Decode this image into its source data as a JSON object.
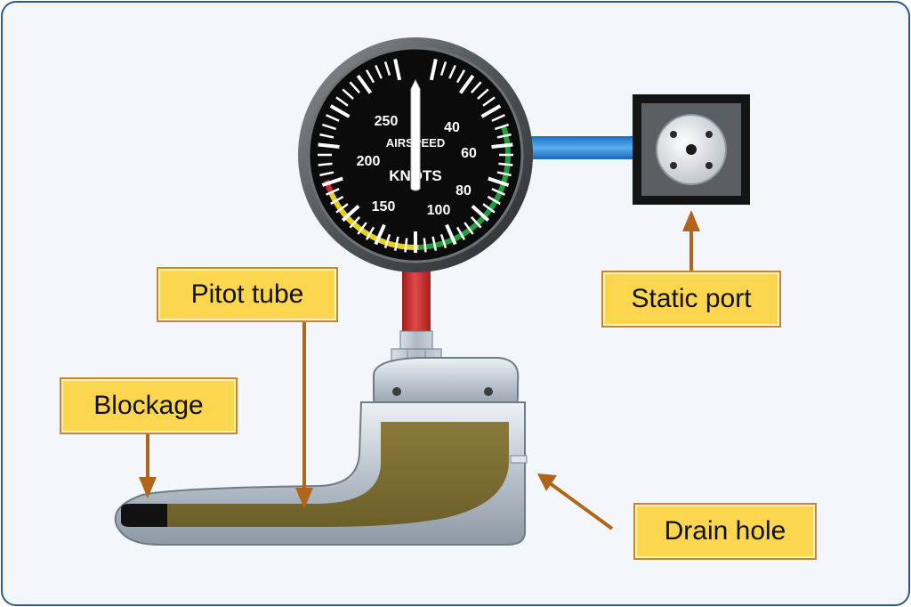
{
  "callouts": {
    "pitot_tube": "Pitot tube",
    "blockage": "Blockage",
    "static_port": "Static port",
    "drain_hole": "Drain hole"
  },
  "gauge": {
    "title_line1": "AIRSPEED",
    "title_line2": "KNOTS",
    "ticks": [
      "250",
      "40",
      "60",
      "200",
      "80",
      "150",
      "100"
    ],
    "scale_arcs": [
      "red",
      "yellow",
      "green"
    ]
  },
  "colors": {
    "background": "#f3f7fb",
    "frame": "#2d5d8a",
    "callout_fill": "#fcd64f",
    "callout_border": "#c8852a",
    "arrow": "#b0651a",
    "static_line": "#2e86d6",
    "pitot_line": "#cc2b2b",
    "blockage_fill": "#8a7a3c"
  }
}
